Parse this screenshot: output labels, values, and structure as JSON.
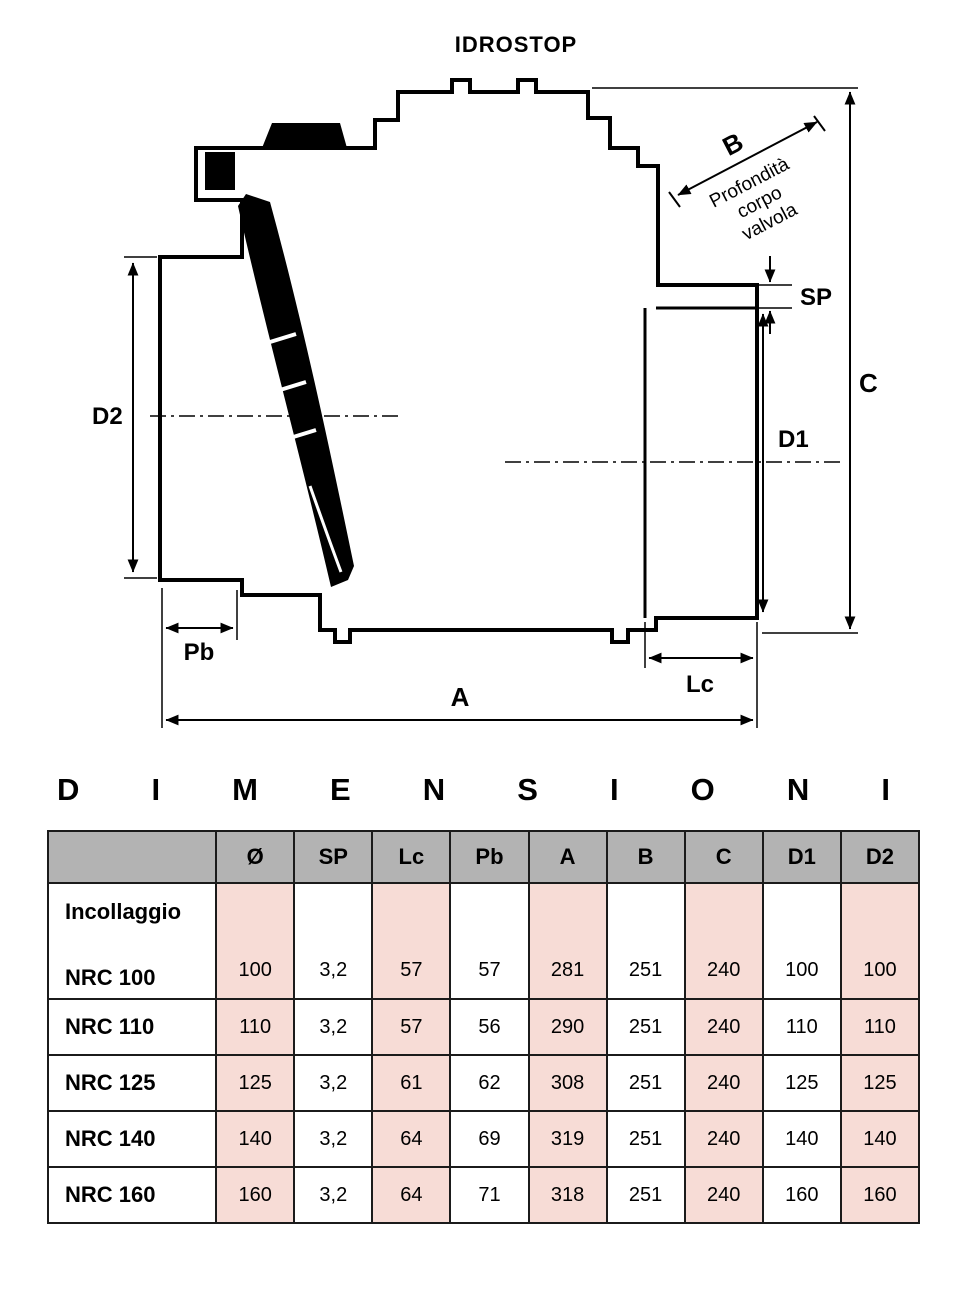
{
  "diagram": {
    "title": "IDROSTOP",
    "labels": {
      "b": "B",
      "note": [
        "Profondità",
        "corpo",
        "valvola"
      ],
      "sp": "SP",
      "c": "C",
      "d1": "D1",
      "d2": "D2",
      "pb": "Pb",
      "a": "A",
      "lc": "Lc"
    }
  },
  "section_title": {
    "letters": [
      "D",
      "I",
      "M",
      "E",
      "N",
      "S",
      "I",
      "O",
      "N",
      "I"
    ]
  },
  "table": {
    "headers": [
      "",
      "Ø",
      "SP",
      "Lc",
      "Pb",
      "A",
      "B",
      "C",
      "D1",
      "D2"
    ],
    "group_label": "Incollaggio",
    "rows": [
      {
        "label": "NRC 100",
        "values": [
          "100",
          "3,2",
          "57",
          "57",
          "281",
          "251",
          "240",
          "100",
          "100"
        ]
      },
      {
        "label": "NRC 110",
        "values": [
          "110",
          "3,2",
          "57",
          "56",
          "290",
          "251",
          "240",
          "110",
          "110"
        ]
      },
      {
        "label": "NRC 125",
        "values": [
          "125",
          "3,2",
          "61",
          "62",
          "308",
          "251",
          "240",
          "125",
          "125"
        ]
      },
      {
        "label": "NRC 140",
        "values": [
          "140",
          "3,2",
          "64",
          "69",
          "319",
          "251",
          "240",
          "140",
          "140"
        ]
      },
      {
        "label": "NRC 160",
        "values": [
          "160",
          "3,2",
          "64",
          "71",
          "318",
          "251",
          "240",
          "160",
          "160"
        ]
      }
    ]
  },
  "colors": {
    "header_bg": "#b3b3b3",
    "stripe_bg": "#f7dcd6",
    "line": "#000000"
  }
}
